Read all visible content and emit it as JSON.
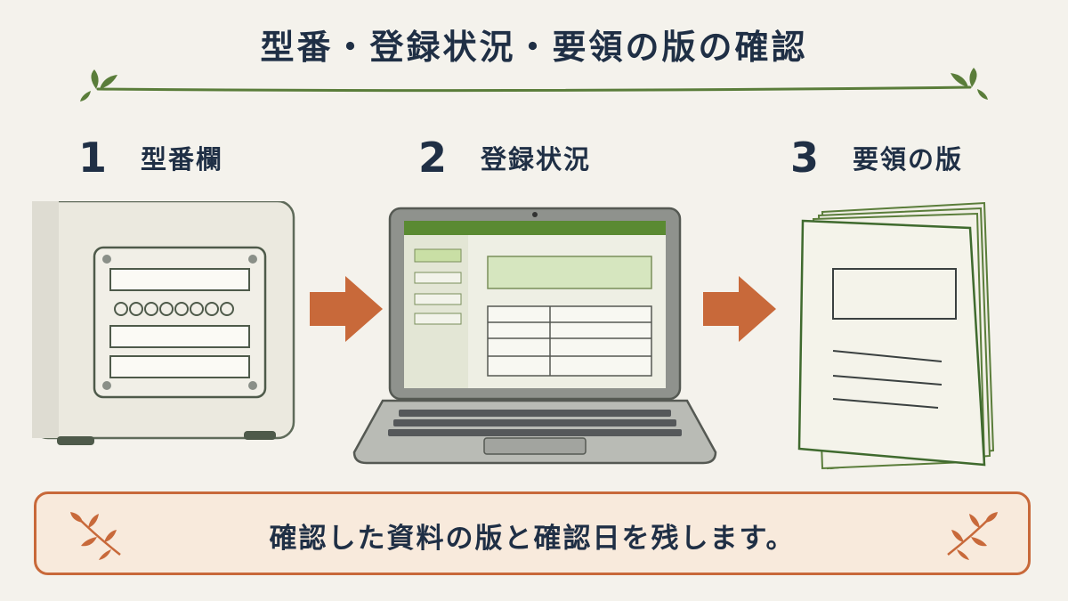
{
  "title": "型番・登録状況・要領の版の確認",
  "steps": [
    {
      "number": "1",
      "label": "型番欄",
      "icon": "equipment-nameplate-icon"
    },
    {
      "number": "2",
      "label": "登録状況",
      "icon": "laptop-icon"
    },
    {
      "number": "3",
      "label": "要領の版",
      "icon": "manual-booklet-icon"
    }
  ],
  "note": "確認した資料の版と確認日を残します。",
  "colors": {
    "accent_green": "#5a7d3a",
    "arrow_orange": "#c8693a",
    "text_navy": "#1f2f45",
    "note_bg": "#f8eadc"
  }
}
